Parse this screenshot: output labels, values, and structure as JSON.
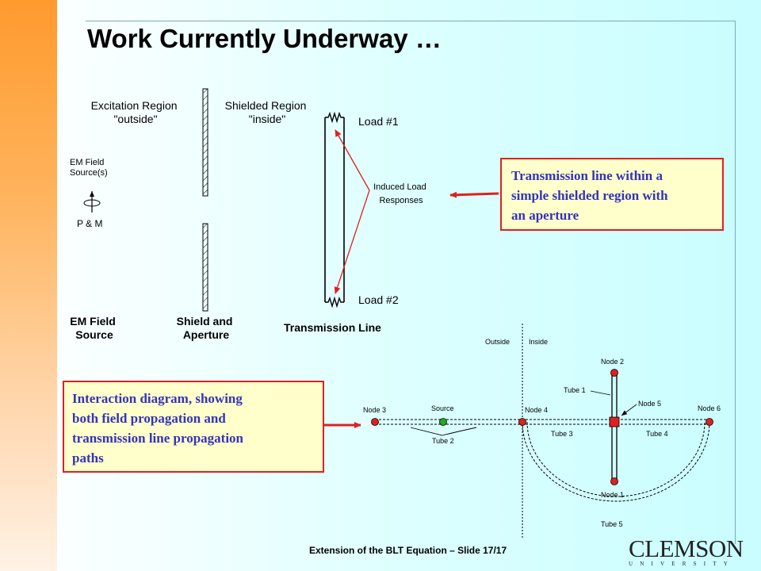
{
  "slide": {
    "title": "Work Currently Underway …",
    "footer": "Extension of the BLT Equation – Slide 17/17",
    "logo": {
      "main": "CLEMSON",
      "sub": "UNIVERSITY"
    }
  },
  "top_diagram": {
    "excitation_region": [
      "Excitation Region",
      "\"outside\""
    ],
    "shielded_region": [
      "Shielded Region",
      "\"inside\""
    ],
    "em_source_label": [
      "EM Field",
      "Source(s)"
    ],
    "pm_label": "P & M",
    "load1": "Load #1",
    "load2": "Load #2",
    "induced": [
      "Induced Load",
      "Responses"
    ],
    "bottom_em": [
      "EM Field",
      "Source"
    ],
    "bottom_shield": [
      "Shield and",
      "Aperture"
    ],
    "bottom_tl": "Transmission Line"
  },
  "interaction_diagram": {
    "outside": "Outside",
    "inside": "Inside",
    "node2": "Node 2",
    "tube1": "Tube 1",
    "node3": "Node 3",
    "source": "Source",
    "node4": "Node 4",
    "node5": "Node 5",
    "node6": "Node 6",
    "tube2": "Tube 2",
    "tube3": "Tube 3",
    "tube4": "Tube 4",
    "node1": "Node 1",
    "tube5": "Tube 5"
  },
  "callouts": {
    "top": [
      "Transmission line within a",
      "simple shielded region with",
      "an aperture"
    ],
    "bottom": [
      "Interaction diagram, showing",
      "both field propagation and",
      "transmission line propagation",
      "paths"
    ]
  },
  "colors": {
    "accent_red": "#e02020",
    "callout_text": "#3333bb",
    "callout_bg": "#ffffcc",
    "node_red": "#e02020",
    "source_green": "#22aa22"
  }
}
